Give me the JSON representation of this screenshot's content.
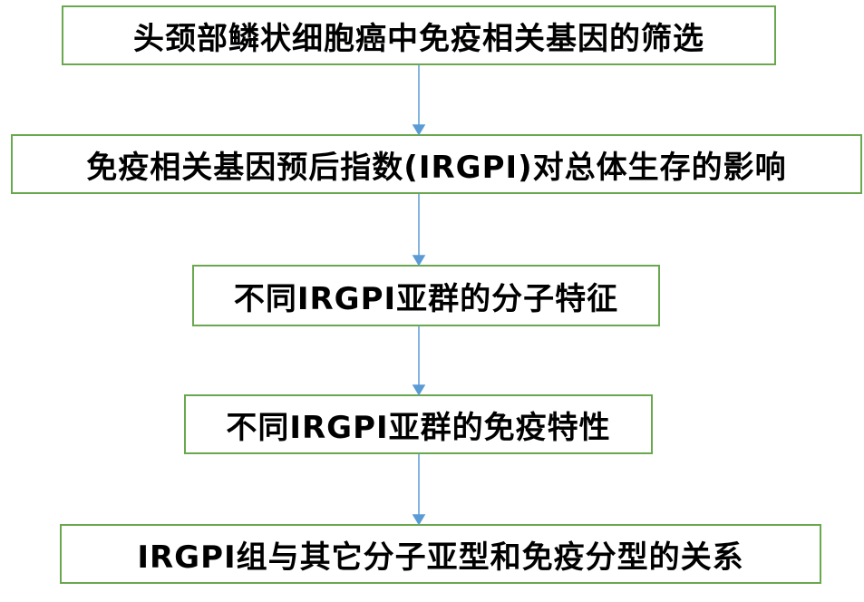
{
  "flowchart": {
    "steps": [
      {
        "text": "头颈部鳞状细胞癌中免疫相关基因的筛选"
      },
      {
        "text": "免疫相关基因预后指数(IRGPI)对总体生存的影响"
      },
      {
        "text": "不同IRGPI亚群的分子特征"
      },
      {
        "text": "不同IRGPI亚群的免疫特性"
      },
      {
        "text": "IRGPI组与其它分子亚型和免疫分型的关系"
      }
    ],
    "colors": {
      "box_border": "#6aa84f",
      "arrow": "#5b9bd5",
      "text": "#000000"
    }
  }
}
